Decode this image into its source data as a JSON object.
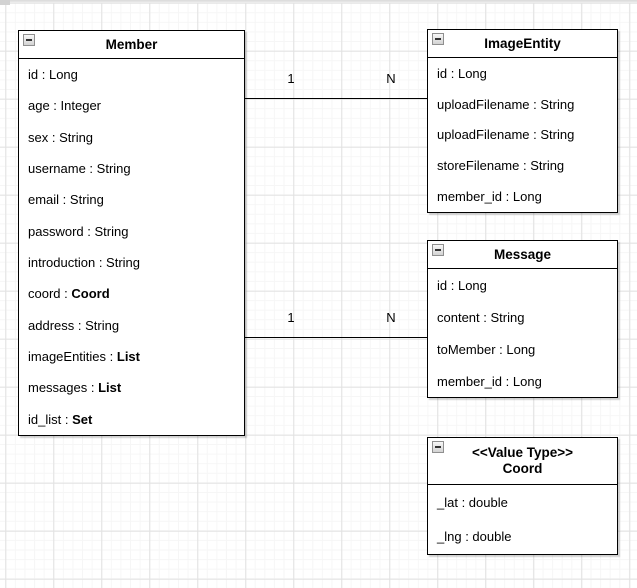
{
  "field_separator": " : ",
  "canvas": {
    "background": "#ffffff",
    "grid_minor_color": "#f6f6f6",
    "grid_major_color": "#e1e1e1",
    "box_border_color": "#000000",
    "text_color": "#000000"
  },
  "classes": [
    {
      "id": "member",
      "title": "Member",
      "fields": [
        {
          "name": "id",
          "type": "Long",
          "bold": false
        },
        {
          "name": "age",
          "type": "Integer",
          "bold": false
        },
        {
          "name": "sex",
          "type": "String",
          "bold": false
        },
        {
          "name": "username",
          "type": "String",
          "bold": false
        },
        {
          "name": "email",
          "type": "String",
          "bold": false
        },
        {
          "name": "password",
          "type": "String",
          "bold": false
        },
        {
          "name": "introduction",
          "type": "String",
          "bold": false
        },
        {
          "name": "coord",
          "type": "Coord",
          "bold": true
        },
        {
          "name": "address",
          "type": "String",
          "bold": false
        },
        {
          "name": "imageEntities",
          "type": "List",
          "bold": true
        },
        {
          "name": "messages",
          "type": "List",
          "bold": true
        },
        {
          "name": "id_list",
          "type": "Set",
          "bold": true
        }
      ]
    },
    {
      "id": "image-entity",
      "title": "ImageEntity",
      "fields": [
        {
          "name": "id",
          "type": "Long",
          "bold": false
        },
        {
          "name": "uploadFilename",
          "type": "String",
          "bold": false
        },
        {
          "name": "uploadFilename",
          "type": "String",
          "bold": false
        },
        {
          "name": "storeFilename",
          "type": "String",
          "bold": false
        },
        {
          "name": "member_id",
          "type": "Long",
          "bold": false
        }
      ]
    },
    {
      "id": "message",
      "title": "Message",
      "fields": [
        {
          "name": "id",
          "type": "Long",
          "bold": false
        },
        {
          "name": "content",
          "type": "String",
          "bold": false
        },
        {
          "name": "toMember",
          "type": "Long",
          "bold": false
        },
        {
          "name": "member_id",
          "type": "Long",
          "bold": false
        }
      ]
    },
    {
      "id": "coord",
      "title": "Coord",
      "stereotype": "<<Value Type>>",
      "fields": [
        {
          "name": "_lat",
          "type": "double",
          "bold": false
        },
        {
          "name": "_lng",
          "type": "double",
          "bold": false
        }
      ]
    }
  ],
  "connectors": [
    {
      "id": "member-imageentity",
      "source": "Member",
      "target": "ImageEntity",
      "source_label": "1",
      "target_label": "N"
    },
    {
      "id": "member-message",
      "source": "Member",
      "target": "Message",
      "source_label": "1",
      "target_label": "N"
    }
  ]
}
